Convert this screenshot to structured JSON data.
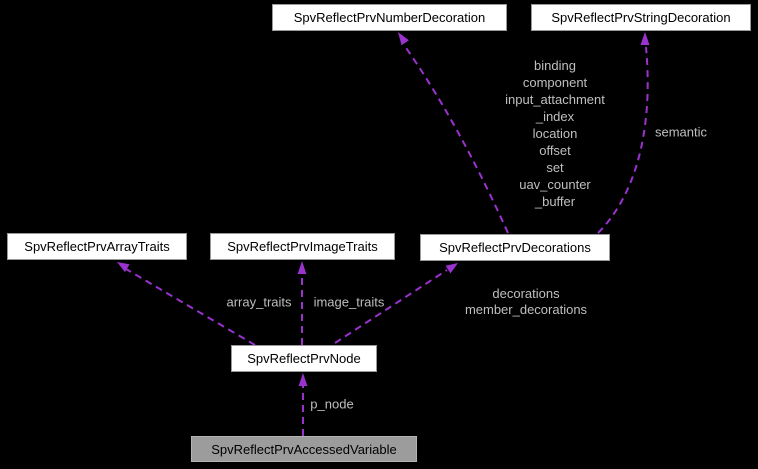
{
  "colors": {
    "background": "#000000",
    "edge": "#9a32cd",
    "edge_label_text": "#bfbfbf",
    "node_fill": "#ffffff",
    "node_border": "#999999",
    "node_text": "#000000",
    "current_node_fill": "#9c9c9c",
    "current_node_border": "#b4b4b4"
  },
  "nodes": {
    "number_decoration": {
      "label": "SpvReflectPrvNumberDecoration"
    },
    "string_decoration": {
      "label": "SpvReflectPrvStringDecoration"
    },
    "array_traits": {
      "label": "SpvReflectPrvArrayTraits"
    },
    "image_traits": {
      "label": "SpvReflectPrvImageTraits"
    },
    "decorations": {
      "label": "SpvReflectPrvDecorations"
    },
    "node": {
      "label": "SpvReflectPrvNode"
    },
    "accessed_variable": {
      "label": "SpvReflectPrvAccessedVariable"
    }
  },
  "edge_labels": {
    "decorations_to_number_decoration": "binding\ncomponent\ninput_attachment\n_index\nlocation\noffset\nset\nuav_counter\n_buffer",
    "decorations_to_string_decoration": "semantic",
    "node_to_array_traits": "array_traits",
    "node_to_image_traits": "image_traits",
    "node_to_decorations": "decorations\nmember_decorations",
    "accessed_variable_to_node": "p_node"
  }
}
